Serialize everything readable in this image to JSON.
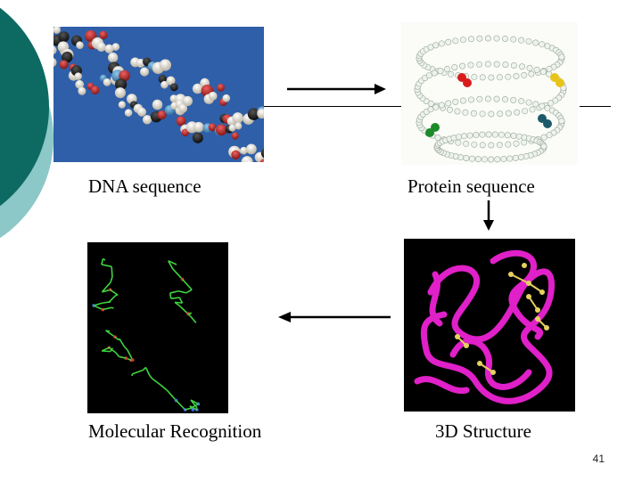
{
  "slide": {
    "page_number": "41",
    "theme_colors": {
      "dark_teal": "#0d6a62",
      "light_teal": "#8cc8c8",
      "rule": "#000000"
    }
  },
  "panels": {
    "dna": {
      "label": "DNA sequence",
      "icon": "dna-double-helix-photo"
    },
    "protein_seq": {
      "label": "Protein sequence",
      "icon": "amino-acid-chain-diagram"
    },
    "structure": {
      "label": "3D Structure",
      "icon": "protein-ribbon-structure"
    },
    "recognition": {
      "label": "Molecular Recognition",
      "icon": "molecular-stick-model"
    }
  },
  "arrows": [
    {
      "from": "dna",
      "to": "protein_seq",
      "direction": "right"
    },
    {
      "from": "protein_seq",
      "to": "structure",
      "direction": "down"
    },
    {
      "from": "structure",
      "to": "recognition",
      "direction": "left"
    }
  ]
}
